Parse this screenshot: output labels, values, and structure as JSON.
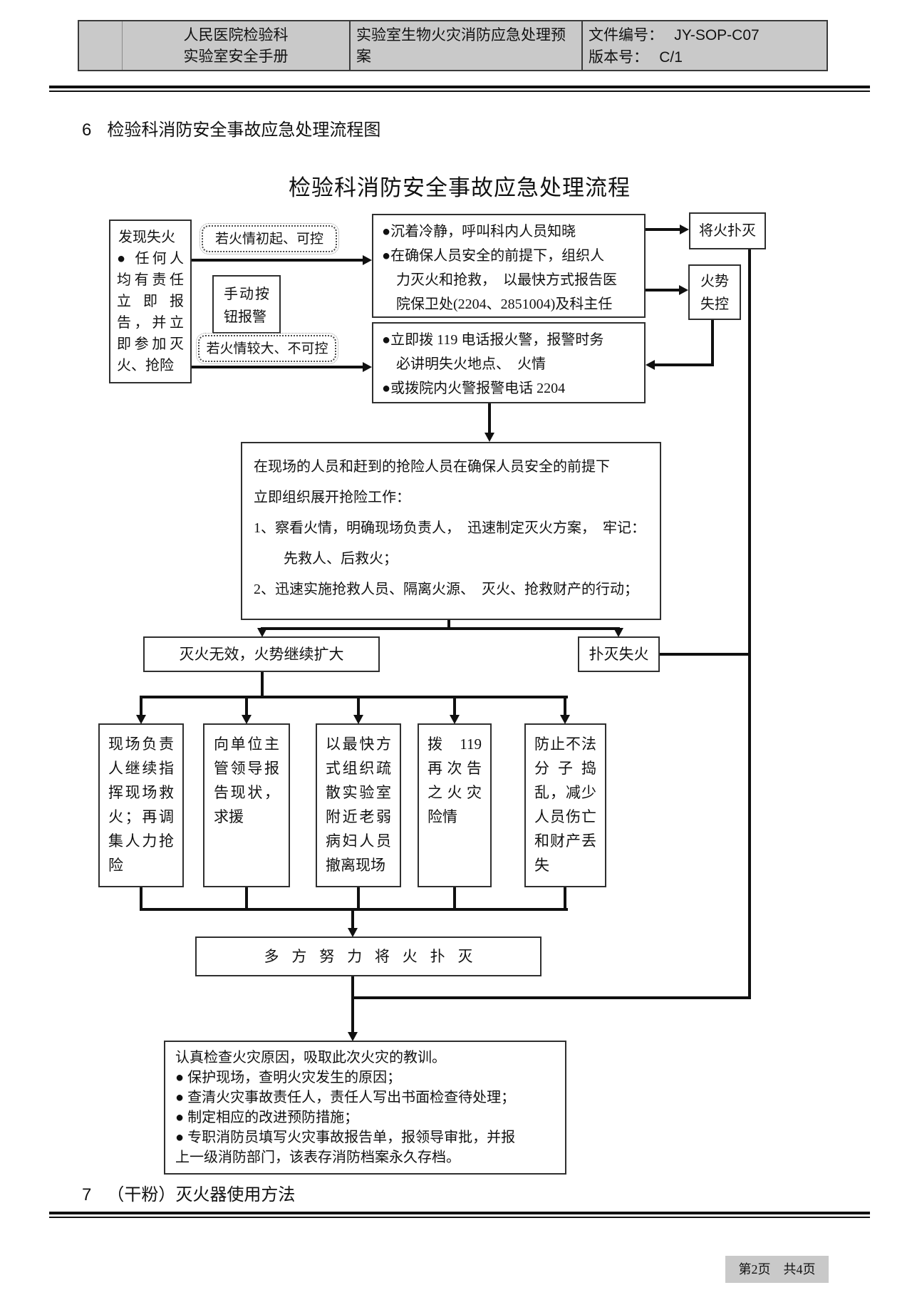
{
  "header": {
    "org_line1": "人民医院检验科",
    "org_line2": "实验室安全手册",
    "doc_title": "实验室生物火灾消防应急处理预案",
    "doc_no_label": "文件编号：",
    "doc_no": "JY-SOP-C07",
    "version_label": "版本号：",
    "version": "C/1"
  },
  "section6": {
    "num": "6",
    "text": "检验科消防安全事故应急处理流程图"
  },
  "diagram_title": "检验科消防安全事故应急处理流程",
  "fc": {
    "discover_line1": "发现失火",
    "discover_line2": "● 任何人均有责任立即报告，并立即参加灭火、抢险",
    "label_small_fire": "若火情初起、可控",
    "manual_alarm": "手动按钮报警",
    "label_big_fire": "若火情较大、不可控",
    "calm_lines": [
      "●沉着冷静，呼叫科内人员知晓",
      "●在确保人员安全的前提下，组织人",
      "力灭火和抢救，　以最快方式报告医",
      "院保卫处(2204、2851004)及科主任"
    ],
    "call119_lines": [
      "●立即拨 119 电话报火警，报警时务",
      "必讲明失火地点、　火情",
      "●或拨院内火警报警电话 2204"
    ],
    "extinguished": "将火扑灭",
    "out_of_control": "火势失控",
    "rescue_lines": [
      "在现场的人员和赶到的抢险人员在确保人员安全的前提下",
      "立即组织展开抢险工作：",
      "1、察看火情，明确现场负责人，　迅速制定灭火方案，　牢记：",
      "先救人、后救火；",
      "2、迅速实施抢救人员、隔离火源、　灭火、抢救财产的行动；"
    ],
    "failed": "灭火无效，火势继续扩大",
    "put_out": "扑灭失火",
    "actions": [
      "现场负责人继续指挥现场救火；再调集人力抢险",
      "向单位主管领导报告现状，求援",
      "以最快方式组织疏散实验室附近老弱病妇人员撤离现场",
      "拨 119 再次告之火灾险情",
      "防止不法分子捣乱，减少人员伤亡和财产丢失"
    ],
    "joint_effort": "多方努力将火扑灭",
    "review_lines": [
      "认真检查火灾原因，吸取此次火灾的教训。",
      "● 保护现场，查明火灾发生的原因；",
      "● 查清火灾事故责任人，责任人写出书面检查待处理；",
      "● 制定相应的改进预防措施；",
      "● 专职消防员填写火灾事故报告单，报领导审批，并报",
      "上一级消防部门，该表存消防档案永久存档。"
    ]
  },
  "section7": {
    "num": "7",
    "text": "（干粉）灭火器使用方法"
  },
  "footer": {
    "page_info": "第2页　共4页"
  },
  "colors": {
    "header_bg": "#c9c9c9",
    "line": "#101010",
    "footer_bg": "#c9c9c9"
  }
}
